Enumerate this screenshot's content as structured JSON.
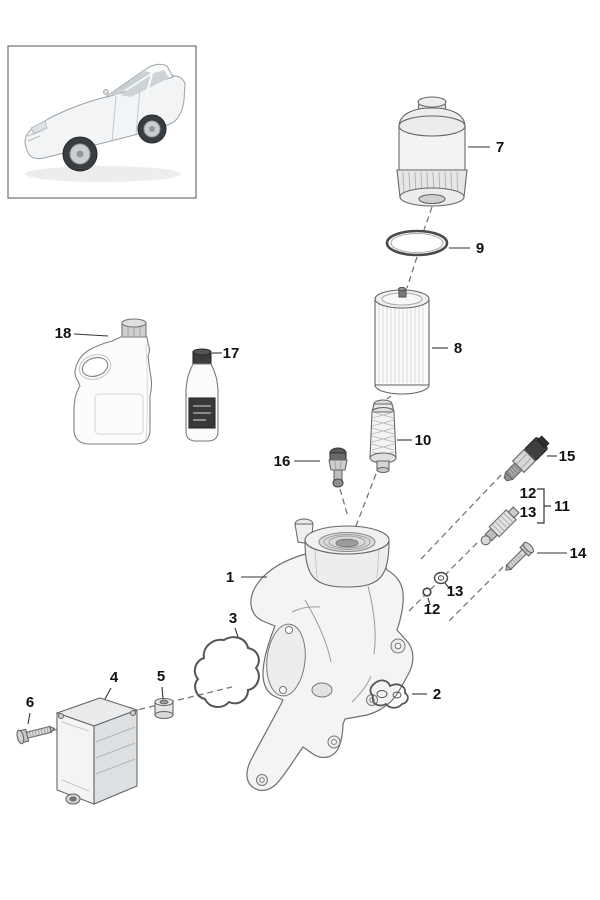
{
  "style": {
    "background": "#ffffff",
    "outline": "#666666",
    "dash_color": "#777777",
    "label_color": "#111111",
    "dark_part": "#3c3c3c"
  },
  "callouts": {
    "c1": "1",
    "c2": "2",
    "c3": "3",
    "c4": "4",
    "c5": "5",
    "c6": "6",
    "c7": "7",
    "c8": "8",
    "c9": "9",
    "c10": "10",
    "c11": "11",
    "c12_group": "12",
    "c13_group": "13",
    "c12_line": "12",
    "c13_line": "13",
    "c14": "14",
    "c15": "15",
    "c16": "16",
    "c17": "17",
    "c18": "18"
  }
}
